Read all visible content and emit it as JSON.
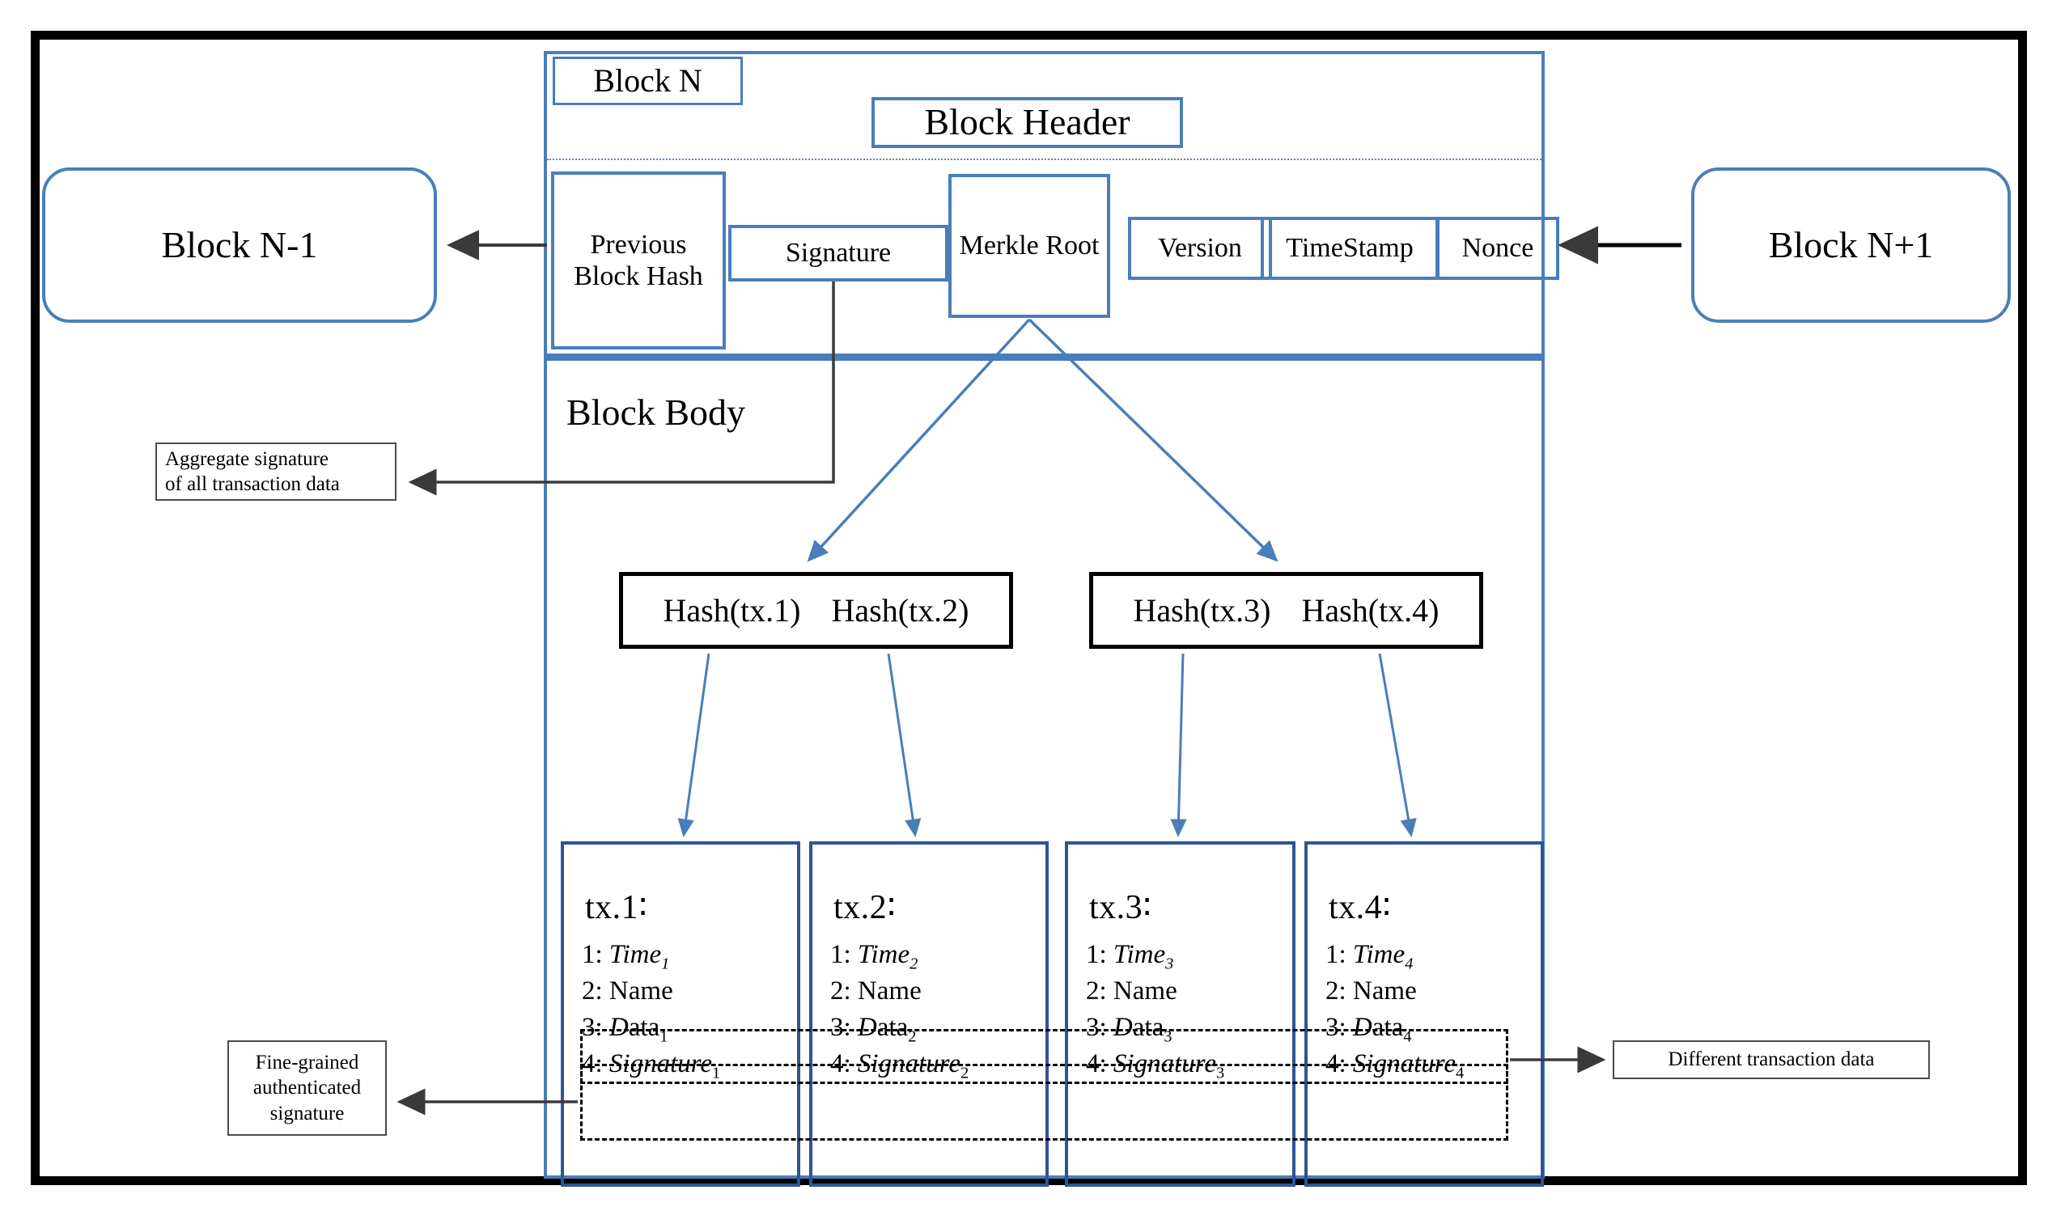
{
  "diagram": {
    "title": "Blockchain block structure",
    "colors": {
      "blue_stroke": "#4a7ebb",
      "dark_blue_stroke": "#2f5496",
      "black_stroke": "#000000",
      "gray_arrow": "#595959"
    }
  },
  "neighbors": {
    "previous_block": "Block N-1",
    "next_block": "Block N+1"
  },
  "block": {
    "label": "Block N",
    "header_label": "Block Header",
    "body_label": "Block Body",
    "header_fields": [
      {
        "name": "previous-block-hash",
        "label": "Previous Block Hash"
      },
      {
        "name": "signature",
        "label": "Signature"
      },
      {
        "name": "merkle-root",
        "label": "Merkle Root"
      },
      {
        "name": "version",
        "label": "Version"
      },
      {
        "name": "timestamp",
        "label": "TimeStamp"
      },
      {
        "name": "nonce",
        "label": "Nonce"
      }
    ]
  },
  "merkle": {
    "hash_groups": [
      {
        "left": "Hash(tx.1)",
        "right": "Hash(tx.2)"
      },
      {
        "left": "Hash(tx.3)",
        "right": "Hash(tx.4)"
      }
    ]
  },
  "transactions": [
    {
      "title": "tx.1∶",
      "time_prefix": "1: ",
      "time_label": "Time",
      "time_sub": "1",
      "name_line": "2: Name",
      "data_prefix": "3: ",
      "data_italic": "D",
      "data_rest": "ata",
      "data_sub": "1",
      "sig_prefix": "4: ",
      "sig_label": "Signature",
      "sig_sub": "1"
    },
    {
      "title": "tx.2∶",
      "time_prefix": "1: ",
      "time_label": "Time",
      "time_sub": "2",
      "name_line": "2: Name",
      "data_prefix": "3: ",
      "data_italic": "D",
      "data_rest": "ata",
      "data_sub": "2",
      "sig_prefix": "4: ",
      "sig_label": "Signature",
      "sig_sub": "2"
    },
    {
      "title": "tx.3∶",
      "time_prefix": "1: ",
      "time_label": "Time",
      "time_sub": "3",
      "name_line": "2: Name",
      "data_prefix": "3: ",
      "data_italic": "D",
      "data_rest": "ata",
      "data_sub": "3",
      "sig_prefix": "4: ",
      "sig_label": "Signature",
      "sig_sub": "3"
    },
    {
      "title": "tx.4∶",
      "time_prefix": "1: ",
      "time_label": "Time",
      "time_sub": "4",
      "name_line": "2: Name",
      "data_prefix": "3: ",
      "data_italic": "D",
      "data_rest": "ata",
      "data_sub": "4",
      "sig_prefix": "4: ",
      "sig_label": "Signature",
      "sig_sub": "4"
    }
  ],
  "annotations": {
    "aggregate_signature": "Aggregate signature\nof all transaction data",
    "aggregate_signature_line1": "Aggregate signature",
    "aggregate_signature_line2": "of all transaction data",
    "fine_grained_line1": "Fine-grained",
    "fine_grained_line2": "authenticated",
    "fine_grained_line3": "signature",
    "different_transaction_data": "Different transaction data"
  }
}
